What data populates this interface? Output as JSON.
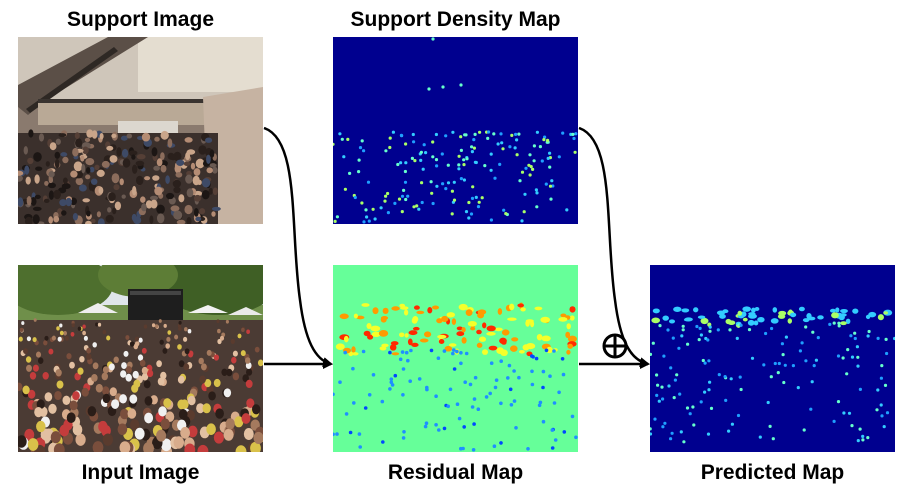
{
  "labels": {
    "support_image": "Support Image",
    "support_density_map": "Support Density Map",
    "input_image": "Input Image",
    "residual_map": "Residual Map",
    "predicted_map": "Predicted Map"
  },
  "operator": {
    "symbol": "⊕"
  },
  "colors": {
    "density_background": "#00008f",
    "residual_background": "#66ff99",
    "connector": "#000000"
  }
}
